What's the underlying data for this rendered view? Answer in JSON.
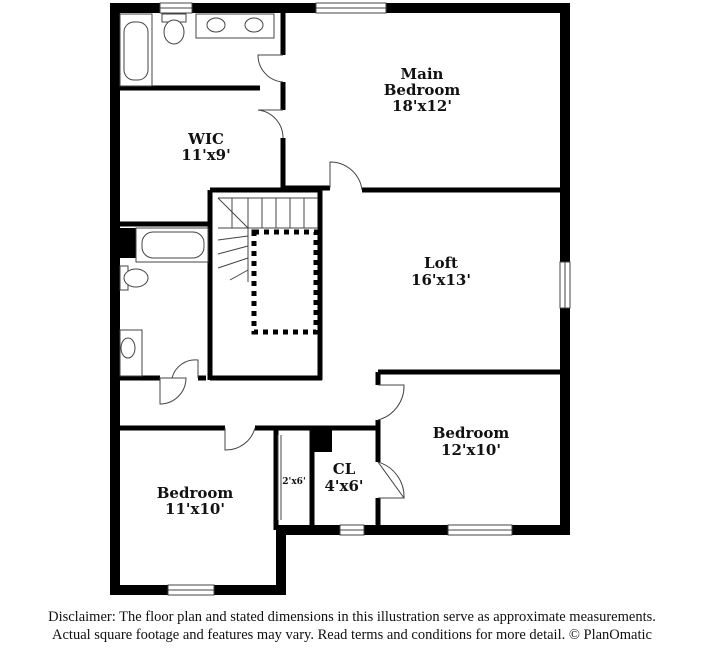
{
  "rooms": {
    "main_bedroom": {
      "name_line1": "Main",
      "name_line2": "Bedroom",
      "dims": "18'x12'"
    },
    "wic": {
      "name": "WIC",
      "dims": "11'x9'"
    },
    "loft": {
      "name": "Loft",
      "dims": "16'x13'"
    },
    "bedroom_right": {
      "name": "Bedroom",
      "dims": "12'x10'"
    },
    "bedroom_left": {
      "name": "Bedroom",
      "dims": "11'x10'"
    },
    "closet": {
      "name": "CL",
      "dims": "4'x6'"
    },
    "linen": {
      "dims": "2'x6'"
    }
  },
  "disclaimer": {
    "line1": "Disclaimer: The floor plan and stated dimensions in this illustration serve as approximate measurements.",
    "line2": "Actual square footage and features may vary. Read terms and conditions for more detail. © PlanOmatic"
  },
  "colors": {
    "wall": "#000000",
    "fixture": "#444444",
    "background": "#ffffff"
  }
}
